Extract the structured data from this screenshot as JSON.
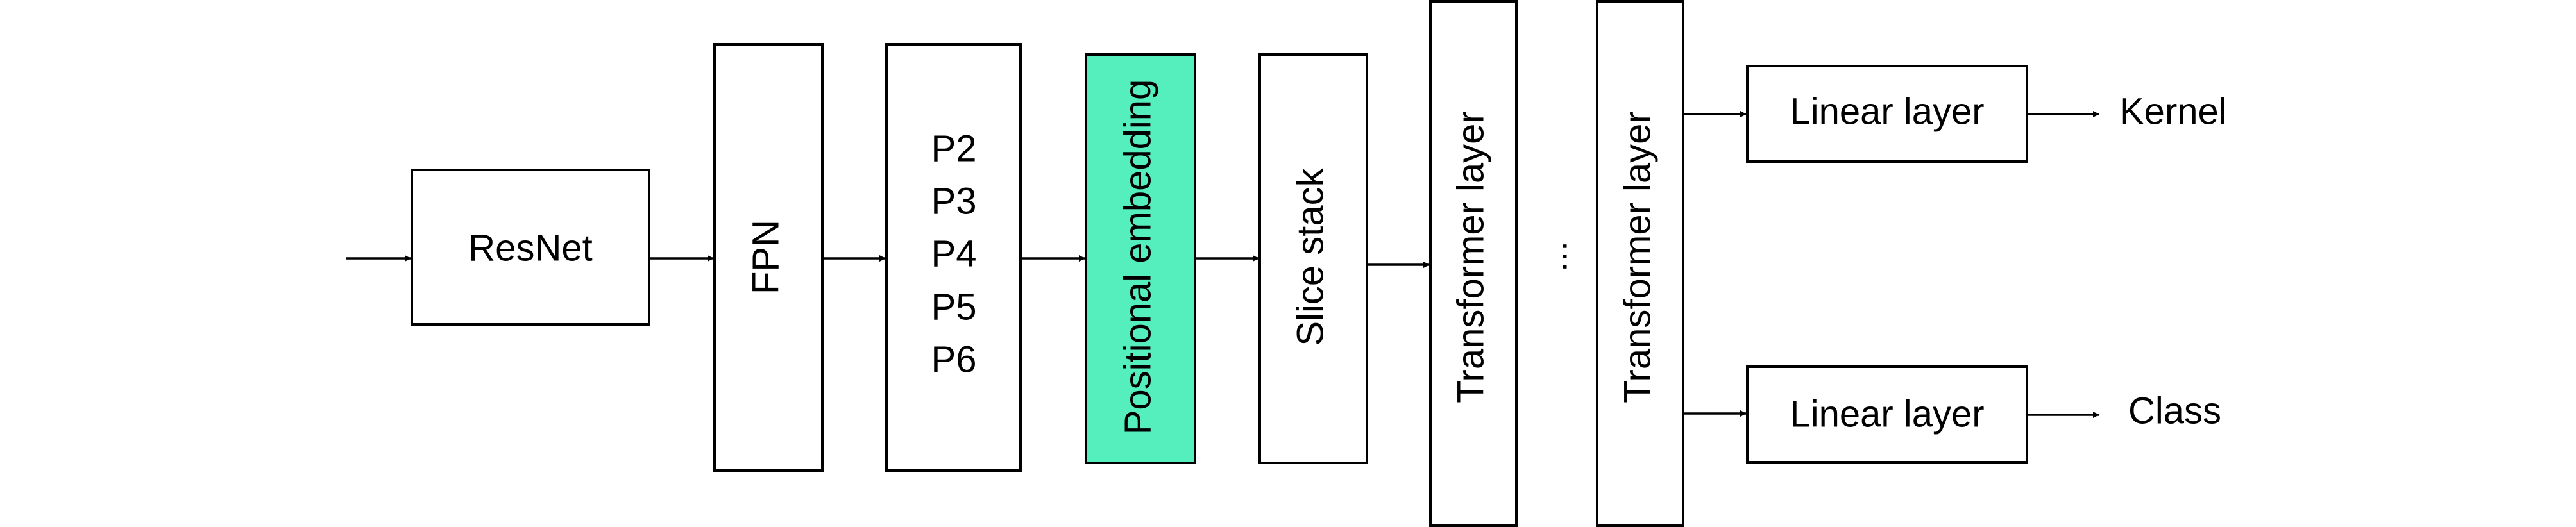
{
  "diagram": {
    "nodes": {
      "resnet": "ResNet",
      "fpn": "FPN",
      "pyramid_levels": [
        "P2",
        "P3",
        "P4",
        "P5",
        "P6"
      ],
      "positional_embedding": "Positional embedding",
      "slice_stack": "Slice stack",
      "transformer_layer_first": "Transformer layer",
      "ellipsis": "...",
      "transformer_layer_last": "Transformer layer",
      "linear_layer_top": "Linear layer",
      "linear_layer_bottom": "Linear layer"
    },
    "outputs": {
      "kernel": "Kernel",
      "class": "Class"
    },
    "colors": {
      "highlight": "#54efbd",
      "stroke": "#000000",
      "background": "#ffffff"
    }
  }
}
